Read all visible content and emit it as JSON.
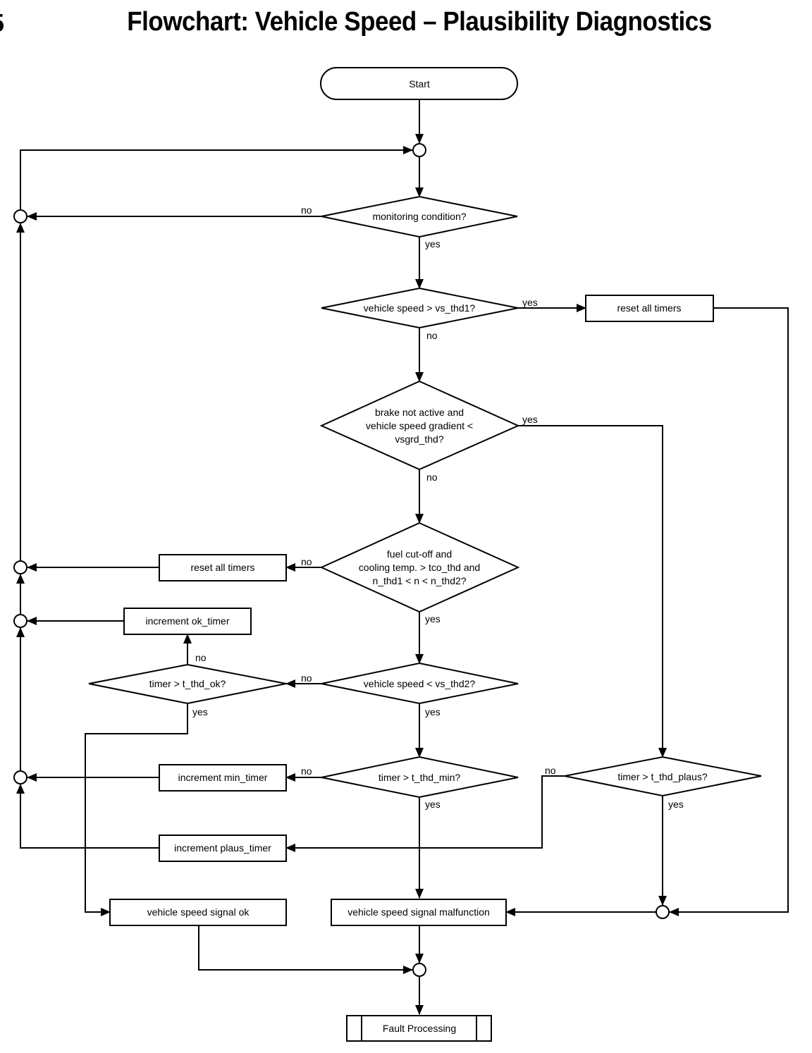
{
  "title": "Flowchart: Vehicle Speed – Plausibility Diagnostics",
  "edge_glyph": "5",
  "nodes": {
    "start": "Start",
    "monitoring_condition": "monitoring condition?",
    "vs_thd1": "vehicle speed > vs_thd1?",
    "reset_all_timers_right": "reset all timers",
    "brake_gradient": [
      "brake not active and",
      "vehicle speed gradient <",
      "vsgrd_thd?"
    ],
    "fuel_cutoff": [
      "fuel cut-off and",
      "cooling temp. > tco_thd and",
      "n_thd1 < n < n_thd2?"
    ],
    "reset_all_timers_left": "reset all timers",
    "increment_ok_timer": "increment ok_timer",
    "timer_ok": "timer > t_thd_ok?",
    "vs_thd2": "vehicle speed < vs_thd2?",
    "timer_min": "timer > t_thd_min?",
    "timer_plaus": "timer > t_thd_plaus?",
    "increment_min_timer": "increment min_timer",
    "increment_plaus_timer": "increment plaus_timer",
    "signal_ok": "vehicle speed signal ok",
    "signal_malfunction": "vehicle speed signal malfunction",
    "fault_processing": "Fault Processing"
  },
  "labels": {
    "monitoring_no": "no",
    "monitoring_yes": "yes",
    "vs_thd1_yes": "yes",
    "vs_thd1_no": "no",
    "brake_yes": "yes",
    "brake_no": "no",
    "fuel_no": "no",
    "fuel_yes": "yes",
    "timer_ok_no": "no",
    "timer_ok_yes": "yes",
    "vs_thd2_no": "no",
    "vs_thd2_yes": "yes",
    "timer_min_no": "no",
    "timer_min_yes": "yes",
    "timer_plaus_no": "no",
    "timer_plaus_yes": "yes"
  }
}
